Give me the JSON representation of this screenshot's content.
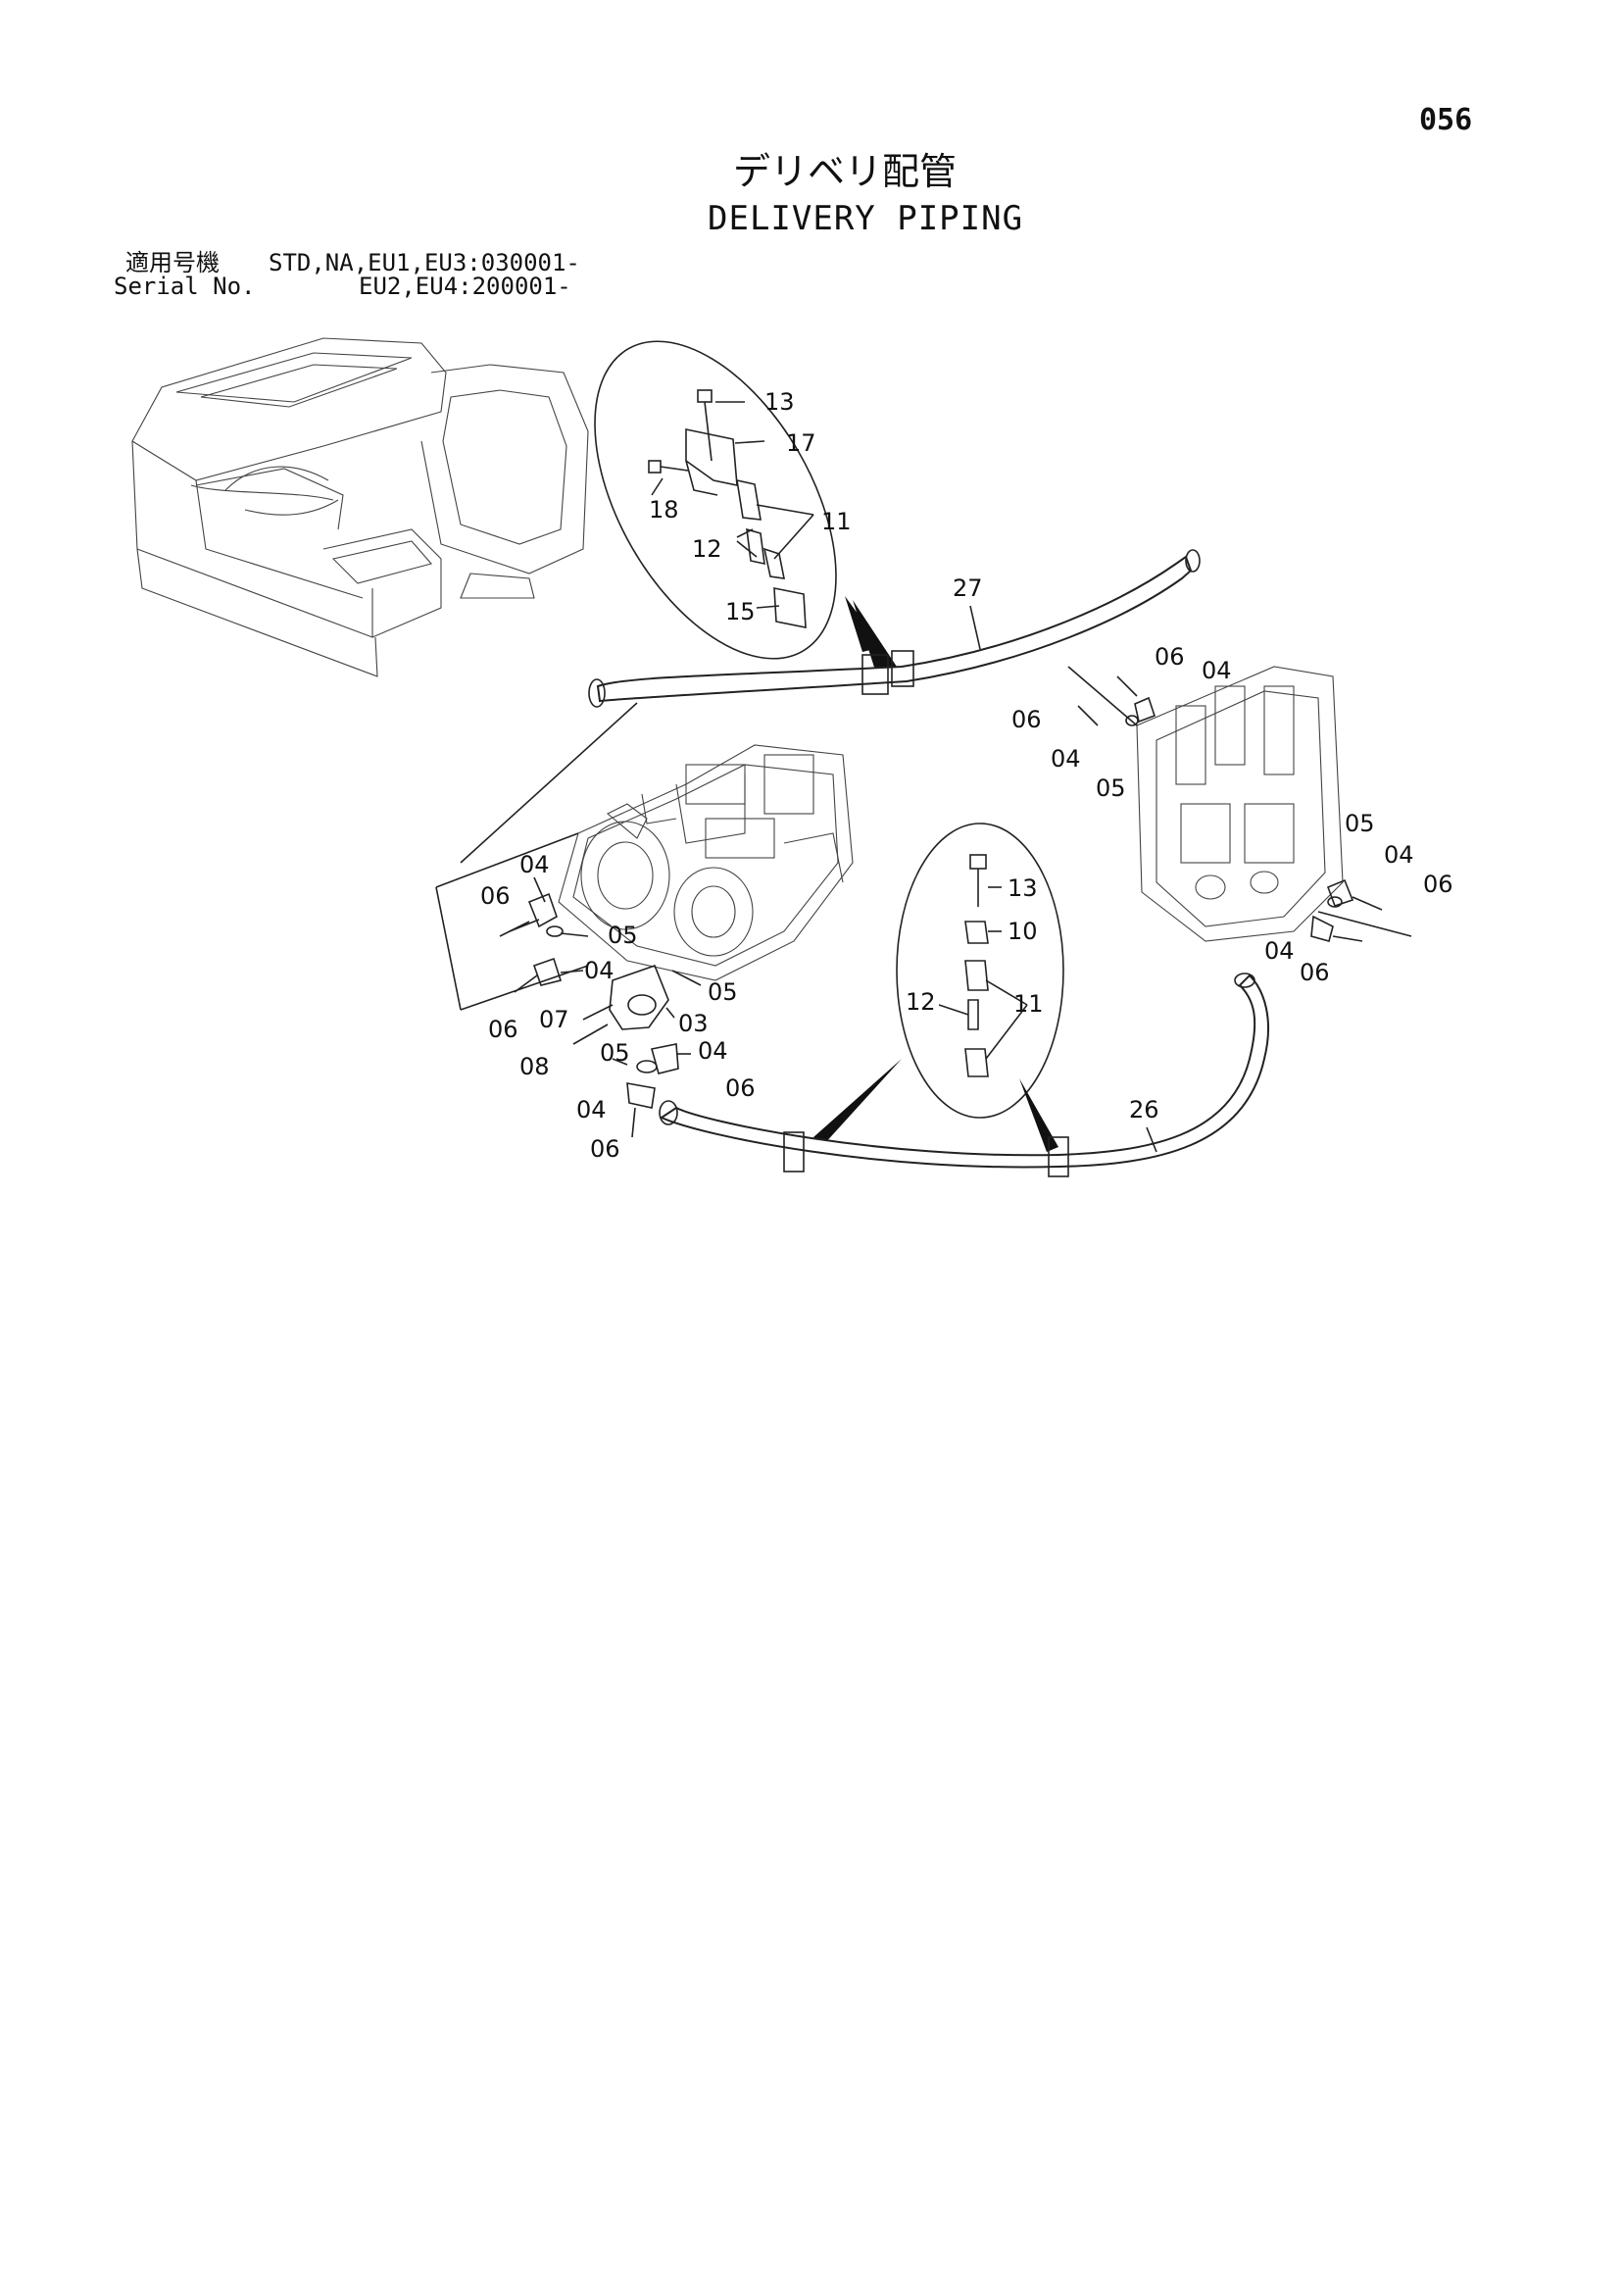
{
  "page_number": "056",
  "title_jp": "デリベリ配管",
  "title_en": "DELIVERY PIPING",
  "serial": {
    "label_jp": "適用号機",
    "label_en": "Serial No.",
    "line1": "STD,NA,EU1,EU3:030001-",
    "line2": "EU2,EU4:200001-"
  },
  "callouts": {
    "c13a": "13",
    "c17": "17",
    "c18": "18",
    "c11a": "11",
    "c12a": "12",
    "c15": "15",
    "c27": "27",
    "c06a": "06",
    "c04a": "04",
    "c06b": "06",
    "c04b": "04",
    "c05a": "05",
    "c05b": "05",
    "c04c": "04",
    "c06c": "06",
    "c04d": "04",
    "c06d": "06",
    "c04e": "04",
    "c06e": "06",
    "c05c": "05",
    "c04f": "04",
    "c06f": "06",
    "c07": "07",
    "c03": "03",
    "c05d": "05",
    "c08": "08",
    "c05e": "05",
    "c04g": "04",
    "c06g": "06",
    "c04h": "04",
    "c06h": "06",
    "c13b": "13",
    "c10": "10",
    "c12b": "12",
    "c11b": "11",
    "c26": "26"
  }
}
